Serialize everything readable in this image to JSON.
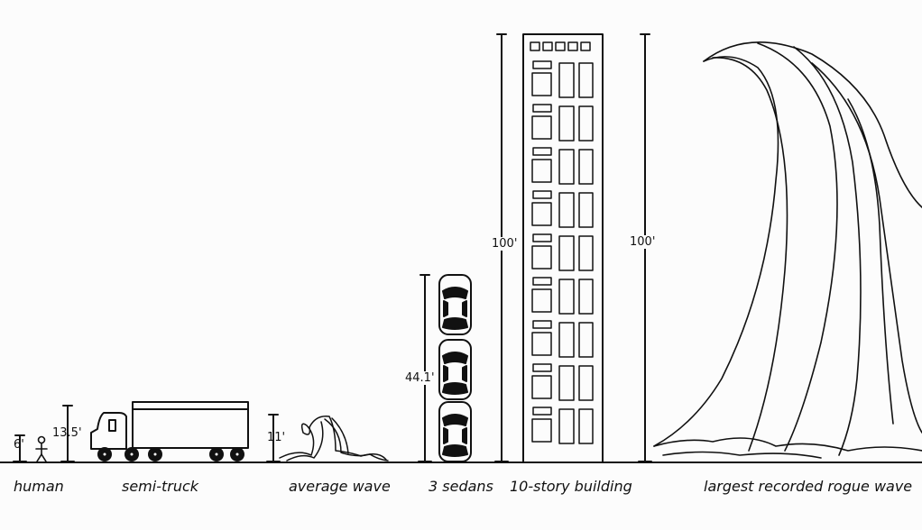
{
  "labels": {
    "human": "human",
    "semi_truck": "semi-truck",
    "average_wave": "average wave",
    "sedans": "3 sedans",
    "building": "10-story building",
    "rogue_wave": "largest recorded rogue wave"
  },
  "measurements": {
    "human": "6'",
    "semi_truck": "13.5'",
    "average_wave": "11'",
    "sedans": "44.1'",
    "building": "100'",
    "rogue_wave": "100'"
  },
  "heights_ft": {
    "human": 6,
    "semi_truck": 13.5,
    "average_wave": 11,
    "sedans": 44.1,
    "building": 100,
    "rogue_wave": 100
  }
}
